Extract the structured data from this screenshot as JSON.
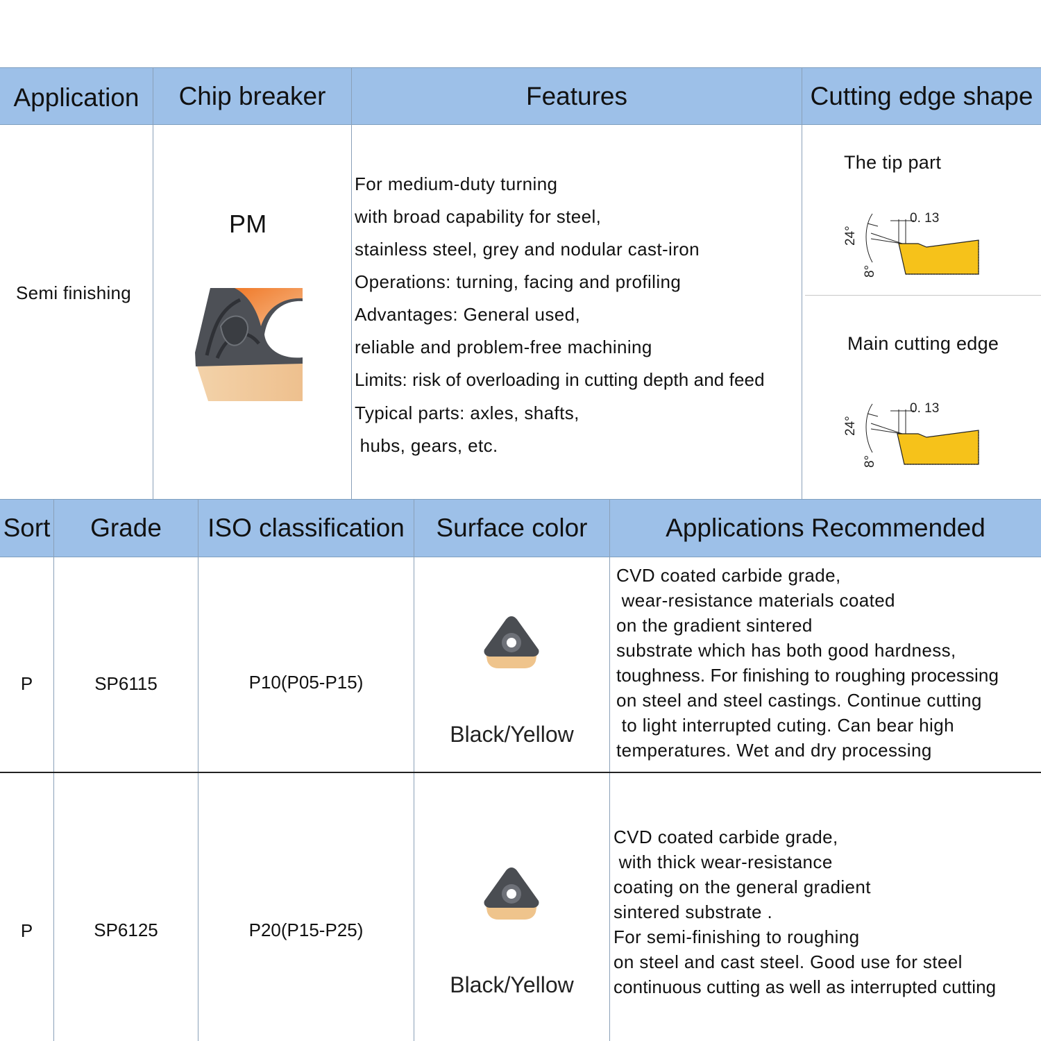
{
  "top_table": {
    "headers": {
      "application": "Application",
      "chip_breaker": "Chip breaker",
      "features": "Features",
      "cutting_edge_shape": "Cutting edge shape"
    },
    "row": {
      "application": "Semi finishing",
      "chip_breaker": "PM",
      "features": [
        "For medium-duty turning",
        "with broad capability for steel,",
        "stainless steel, grey and nodular cast-iron",
        "Operations: turning, facing and profiling",
        "Advantages: General used,",
        "reliable and problem-free machining",
        "Limits: risk of overloading in cutting depth and feed",
        "Typical parts: axles, shafts,",
        " hubs, gears, etc."
      ],
      "tip_part": {
        "title": "The tip part",
        "angle1": "24°",
        "angle2": "8°",
        "dimension": "0. 13"
      },
      "main_edge": {
        "title": "Main cutting edge",
        "angle1": "24°",
        "angle2": "8°",
        "dimension": "0. 13"
      }
    }
  },
  "bottom_table": {
    "headers": {
      "sort": "Sort",
      "grade": "Grade",
      "iso": "ISO classification",
      "surface": "Surface color",
      "apps": "Applications Recommended"
    },
    "rows": [
      {
        "sort": "P",
        "grade": "SP6115",
        "iso": "P10(P05-P15)",
        "surface": "Black/Yellow",
        "apps": [
          "CVD coated carbide grade,",
          " wear-resistance materials coated",
          "on the gradient sintered",
          "substrate which has both good hardness,",
          "toughness. For finishing to roughing processing",
          "on steel and steel castings. Continue cutting",
          " to light interrupted cuting. Can bear high",
          "temperatures. Wet and dry processing"
        ]
      },
      {
        "sort": "P",
        "grade": "SP6125",
        "iso": "P20(P15-P25)",
        "surface": "Black/Yellow",
        "apps": [
          "CVD coated carbide grade,",
          " with thick wear-resistance",
          "coating on the general gradient",
          "sintered substrate .",
          "For semi-finishing to roughing",
          "on steel and cast steel. Good use for steel",
          "continuous cutting as well as interrupted cutting"
        ]
      }
    ]
  },
  "colors": {
    "header_bg": "#9dc0e8",
    "insert_dark": "#4a4d52",
    "insert_gold": "#f0c898",
    "edge_yellow": "#f6c21a"
  }
}
